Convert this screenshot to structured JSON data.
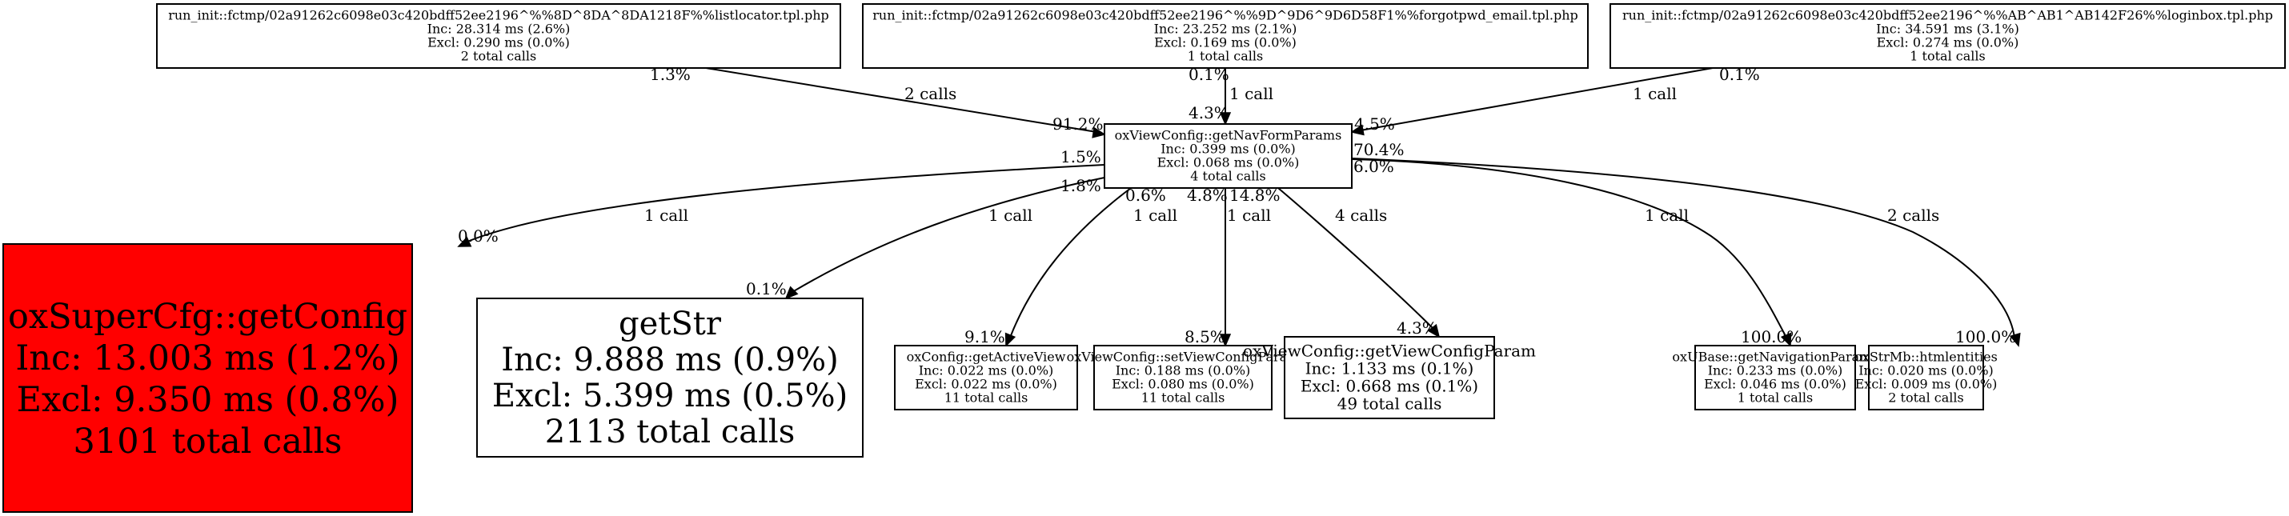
{
  "graph": {
    "nodes": [
      {
        "id": "listlocator",
        "name": "run_init::fctmp/02a91262c6098e03c420bdff52ee2196^%%8D^8DA^8DA1218F%%listlocator.tpl.php",
        "inc": "Inc: 28.314 ms (2.6%)",
        "excl": "Excl: 0.290 ms (0.0%)",
        "calls": "2 total calls",
        "hot": false
      },
      {
        "id": "forgotpwd",
        "name": "run_init::fctmp/02a91262c6098e03c420bdff52ee2196^%%9D^9D6^9D6D58F1%%forgotpwd_email.tpl.php",
        "inc": "Inc: 23.252 ms (2.1%)",
        "excl": "Excl: 0.169 ms (0.0%)",
        "calls": "1 total calls",
        "hot": false
      },
      {
        "id": "loginbox",
        "name": "run_init::fctmp/02a91262c6098e03c420bdff52ee2196^%%AB^AB1^AB142F26%%loginbox.tpl.php",
        "inc": "Inc: 34.591 ms (3.1%)",
        "excl": "Excl: 0.274 ms (0.0%)",
        "calls": "1 total calls",
        "hot": false
      },
      {
        "id": "getNavFormParams",
        "name": "oxViewConfig::getNavFormParams",
        "inc": "Inc: 0.399 ms (0.0%)",
        "excl": "Excl: 0.068 ms (0.0%)",
        "calls": "4 total calls",
        "hot": false
      },
      {
        "id": "getConfig",
        "name": "oxSuperCfg::getConfig",
        "inc": "Inc: 13.003 ms (1.2%)",
        "excl": "Excl: 9.350 ms (0.8%)",
        "calls": "3101 total calls",
        "hot": true
      },
      {
        "id": "getStr",
        "name": "getStr",
        "inc": "Inc: 9.888 ms (0.9%)",
        "excl": "Excl: 5.399 ms (0.5%)",
        "calls": "2113 total calls",
        "hot": false
      },
      {
        "id": "getActiveView",
        "name": "oxConfig::getActiveView",
        "inc": "Inc: 0.022 ms (0.0%)",
        "excl": "Excl: 0.022 ms (0.0%)",
        "calls": "11 total calls",
        "hot": false
      },
      {
        "id": "setViewConfigParam",
        "name": "oxViewConfig::setViewConfigParam",
        "inc": "Inc: 0.188 ms (0.0%)",
        "excl": "Excl: 0.080 ms (0.0%)",
        "calls": "11 total calls",
        "hot": false
      },
      {
        "id": "getViewConfigParam",
        "name": "oxViewConfig::getViewConfigParam",
        "inc": "Inc: 1.133 ms (0.1%)",
        "excl": "Excl: 0.668 ms (0.1%)",
        "calls": "49 total calls",
        "hot": false
      },
      {
        "id": "getNavigationParams",
        "name": "oxUBase::getNavigationParams",
        "inc": "Inc: 0.233 ms (0.0%)",
        "excl": "Excl: 0.046 ms (0.0%)",
        "calls": "1 total calls",
        "hot": false
      },
      {
        "id": "htmlentities",
        "name": "oxStrMb::htmlentities",
        "inc": "Inc: 0.020 ms (0.0%)",
        "excl": "Excl: 0.009 ms (0.0%)",
        "calls": "2 total calls",
        "hot": false
      }
    ],
    "edges": [
      {
        "from": "listlocator",
        "to": "getNavFormParams",
        "label": "2 calls",
        "tail_pct": "1.3%",
        "head_pct": "91.2%"
      },
      {
        "from": "forgotpwd",
        "to": "getNavFormParams",
        "label": "1 call",
        "tail_pct": "0.1%",
        "head_pct": "4.3%"
      },
      {
        "from": "loginbox",
        "to": "getNavFormParams",
        "label": "1 call",
        "tail_pct": "0.1%",
        "head_pct": "4.5%"
      },
      {
        "from": "getNavFormParams",
        "to": "getConfig",
        "label": "1 call",
        "tail_pct": "1.5%",
        "head_pct": "0.0%"
      },
      {
        "from": "getNavFormParams",
        "to": "getStr",
        "label": "1 call",
        "tail_pct": "1.8%",
        "head_pct": "0.1%"
      },
      {
        "from": "getNavFormParams",
        "to": "getActiveView",
        "label": "1 call",
        "tail_pct": "0.6%",
        "head_pct": "9.1%"
      },
      {
        "from": "getNavFormParams",
        "to": "setViewConfigParam",
        "label": "1 call",
        "tail_pct": "4.8%",
        "head_pct": "8.5%"
      },
      {
        "from": "getNavFormParams",
        "to": "getViewConfigParam",
        "label": "4 calls",
        "tail_pct": "14.8%",
        "head_pct": "4.3%"
      },
      {
        "from": "getNavFormParams",
        "to": "getNavigationParams",
        "label": "1 call",
        "tail_pct": "70.4%",
        "head_pct": "100.0%"
      },
      {
        "from": "getNavFormParams",
        "to": "htmlentities",
        "label": "2 calls",
        "tail_pct": "6.0%",
        "head_pct": "100.0%"
      }
    ]
  }
}
